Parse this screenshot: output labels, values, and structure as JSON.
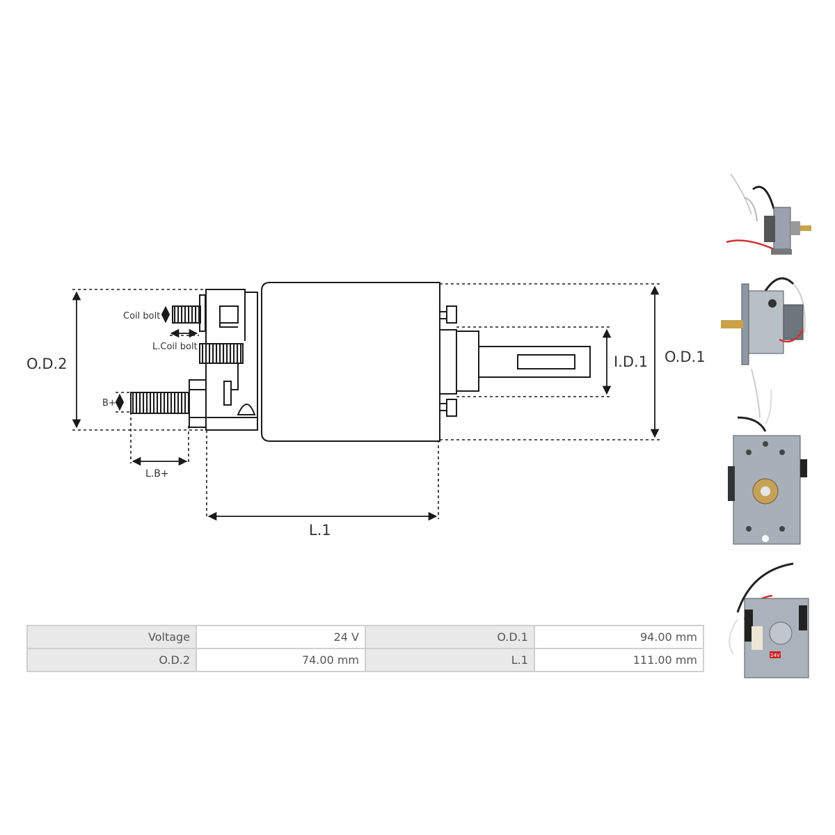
{
  "diagram": {
    "labels": {
      "od2": "O.D.2",
      "od1": "O.D.1",
      "id1": "I.D.1",
      "l1": "L.1",
      "coil_bolt": "Coil bolt",
      "l_coil_bolt": "L.Coil bolt",
      "b_plus": "B+",
      "l_b_plus": "L.B+"
    }
  },
  "specs": {
    "rows": [
      {
        "k1": "Voltage",
        "v1": "24 V",
        "k2": "O.D.1",
        "v2": "94.00 mm"
      },
      {
        "k1": "O.D.2",
        "v1": "74.00 mm",
        "k2": "L.1",
        "v2": "111.00 mm"
      }
    ]
  },
  "thumbnails": {
    "label_24v": "24V"
  },
  "colors": {
    "line": "#1a1a1a",
    "table_border": "#cfcfcf",
    "table_key_bg": "#e9e9e9"
  }
}
